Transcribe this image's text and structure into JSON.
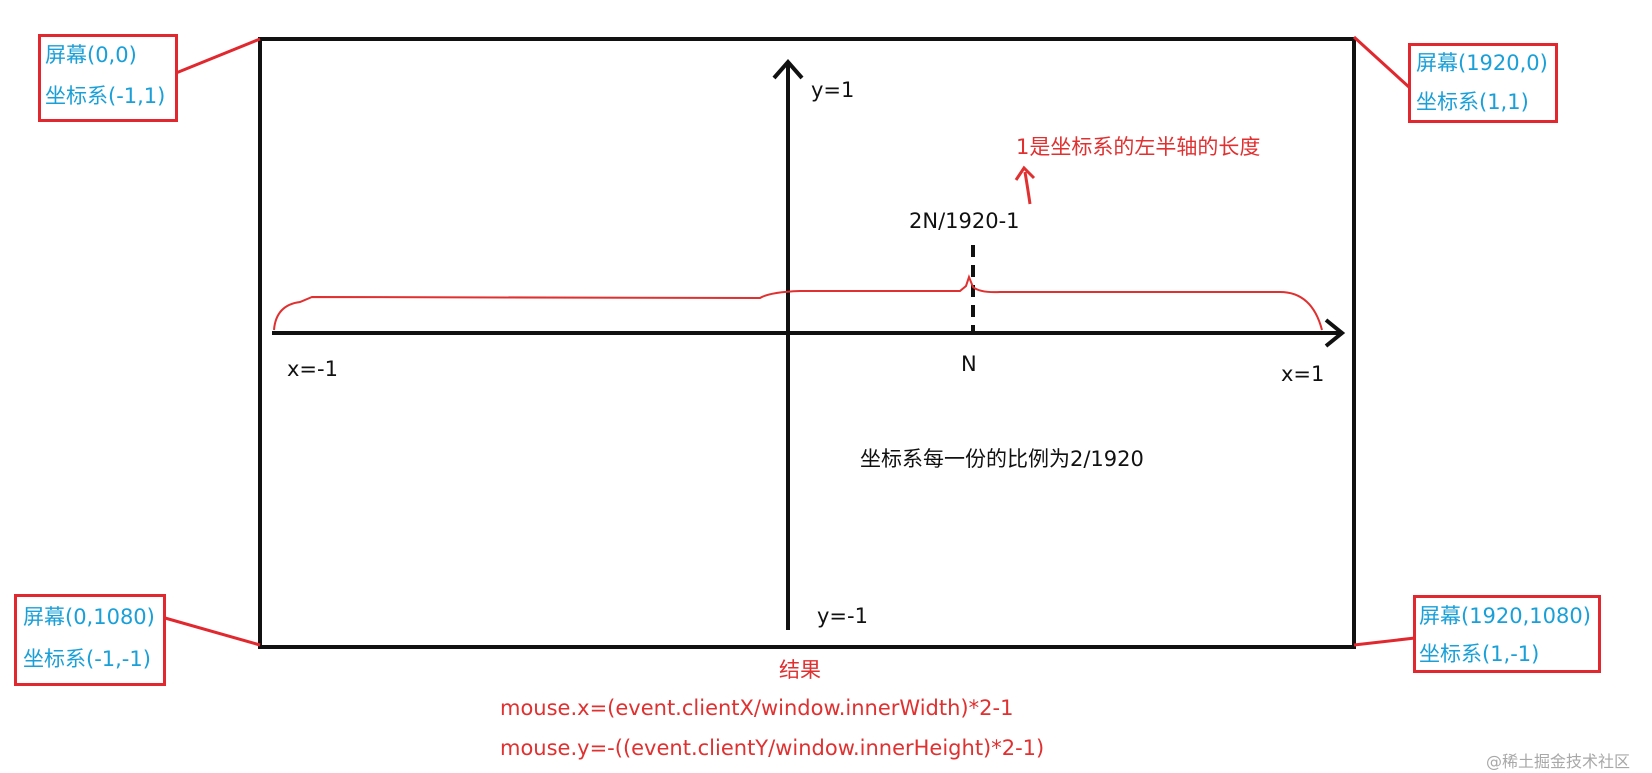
{
  "corners": {
    "top_left": {
      "screen": "屏幕(0,0)",
      "coord": "坐标系(-1,1)"
    },
    "top_right": {
      "screen": "屏幕(1920,0)",
      "coord": "坐标系(1,1)"
    },
    "bottom_left": {
      "screen": "屏幕(0,1080)",
      "coord": "坐标系(-1,-1)"
    },
    "bottom_right": {
      "screen": "屏幕(1920,1080)",
      "coord": "坐标系(1,-1)"
    }
  },
  "axes": {
    "y_top": "y=1",
    "y_bottom": "y=-1",
    "x_left": "x=-1",
    "x_right": "x=1",
    "n_label": "N"
  },
  "annotations": {
    "half_axis_note": "1是坐标系的左半轴的长度",
    "n_formula": "2N/1920-1",
    "ratio_note": "坐标系每一份的比例为2/1920"
  },
  "result": {
    "title": "结果",
    "mouse_x": "mouse.x=(event.clientX/window.innerWidth)*2-1",
    "mouse_y": "mouse.y=-((event.clientY/window.innerHeight)*2-1)"
  },
  "watermark": "@稀土掘金技术社区",
  "colors": {
    "box_red": "#e0282e",
    "label_cyan": "#1aa0d8",
    "note_red": "#e03030",
    "line_black": "#111111"
  }
}
